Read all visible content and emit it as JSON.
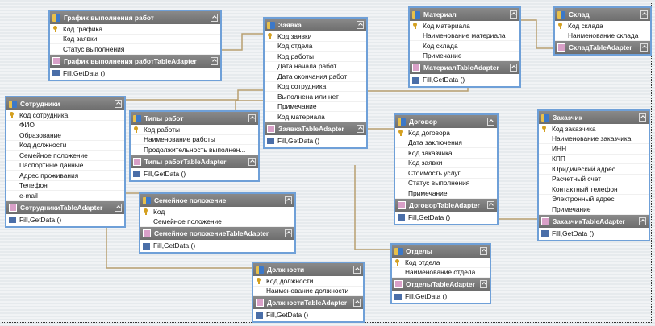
{
  "tables": [
    {
      "id": "grafik",
      "title": "График выполнения работ",
      "columns": [
        "Код графика",
        "Код заявки",
        "Статус выполнения"
      ],
      "adapter": "График выполнения работTableAdapter",
      "method": "Fill,GetData ()"
    },
    {
      "id": "zayavka",
      "title": "Заявка",
      "columns": [
        "Код заявки",
        "Код отдела",
        "Код работы",
        "Дата начала работ",
        "Дата окончания работ",
        "Код сотрудника",
        "Выполнена или нет",
        "Примечание",
        "Код материала"
      ],
      "adapter": "ЗаявкаTableAdapter",
      "method": "Fill,GetData ()"
    },
    {
      "id": "material",
      "title": "Материал",
      "columns": [
        "Код материала",
        "Наименование материала",
        "Код склада",
        "Примечание"
      ],
      "adapter": "МатериалTableAdapter",
      "method": "Fill,GetData ()"
    },
    {
      "id": "sklad",
      "title": "Склад",
      "columns": [
        "Код склада",
        "Наименование склада"
      ],
      "adapter": "СкладTableAdapter",
      "method": ""
    },
    {
      "id": "sotrudniki",
      "title": "Сотрудники",
      "columns": [
        "Код сотрудника",
        "ФИО",
        "Образование",
        "Код должности",
        "Семейное положение",
        "Паспортные данные",
        "Адрес проживания",
        "Телефон",
        "e-mail"
      ],
      "adapter": "СотрудникиTableAdapter",
      "method": "Fill,GetData ()"
    },
    {
      "id": "tipy",
      "title": "Типы работ",
      "columns": [
        "Код работы",
        "Наименование работы",
        "Продолжительность выполнен..."
      ],
      "adapter": "Типы работTableAdapter",
      "method": "Fill,GetData ()"
    },
    {
      "id": "semeinoe",
      "title": "Семейное положение",
      "columns": [
        "Код",
        "Семейное положение"
      ],
      "adapter": "Семейное положениеTableAdapter",
      "method": "Fill,GetData ()"
    },
    {
      "id": "dogovor",
      "title": "Договор",
      "columns": [
        "Код договора",
        "Дата заключения",
        "Код заказчика",
        "Код заявки",
        "Стоимость услуг",
        "Статус выполнения",
        "Примечание"
      ],
      "adapter": "ДоговорTableAdapter",
      "method": "Fill,GetData ()"
    },
    {
      "id": "zakazchik",
      "title": "Заказчик",
      "columns": [
        "Код заказчика",
        "Наименование заказчика",
        "ИНН",
        "КПП",
        "Юридический адрес",
        "Расчетный счет",
        "Контактный телефон",
        "Электронный адрес",
        "Примечание"
      ],
      "adapter": "ЗаказчикTableAdapter",
      "method": "Fill,GetData ()"
    },
    {
      "id": "otdely",
      "title": "Отделы",
      "columns": [
        "Код отдела",
        "Наименование отдела"
      ],
      "adapter": "ОтделыTableAdapter",
      "method": "Fill,GetData ()"
    },
    {
      "id": "dolzhnosti",
      "title": "Должности",
      "columns": [
        "Код должности",
        "Наименование должности"
      ],
      "adapter": "ДолжностиTableAdapter",
      "method": "Fill,GetData ()"
    }
  ]
}
